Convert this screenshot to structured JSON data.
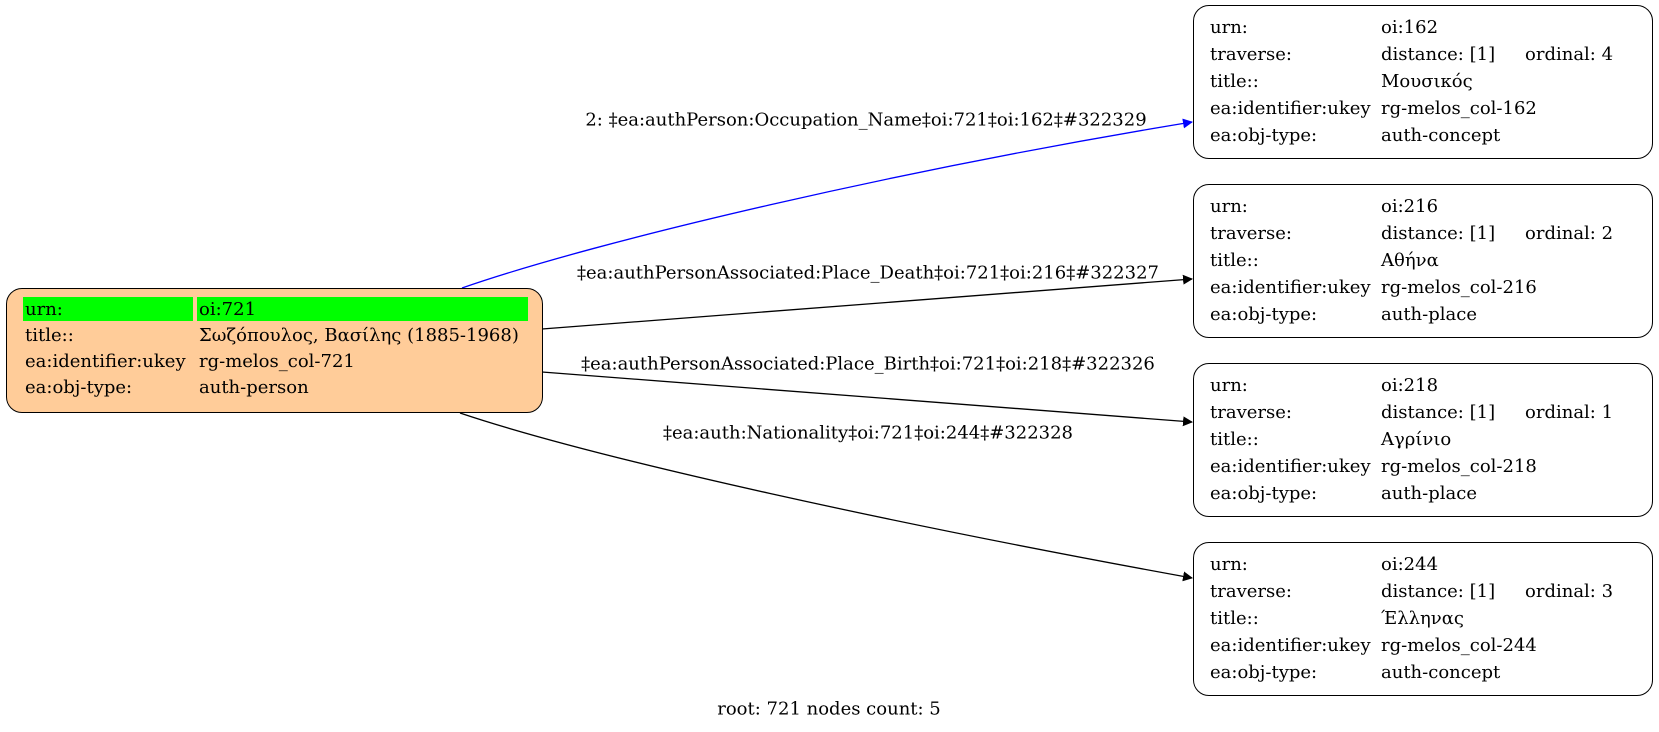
{
  "root": {
    "rows": [
      {
        "key": "urn:",
        "value": "oi:721"
      },
      {
        "key": "title::",
        "value": "Σωζόπουλος, Βασίλης (1885-1968)"
      },
      {
        "key": "ea:identifier:ukey",
        "value": "rg-melos_col-721"
      },
      {
        "key": "ea:obj-type:",
        "value": "auth-person"
      }
    ],
    "highlight_color": "#00ff00",
    "fill_color": "#ffcc99"
  },
  "children": [
    {
      "urn_key": "urn:",
      "urn": "oi:162",
      "traverse_key": "traverse:",
      "distance": "distance: [1]",
      "ordinal": "ordinal: 4",
      "title_key": "title::",
      "title": "Μουσικός",
      "ukey_key": "ea:identifier:ukey",
      "ukey": "rg-melos_col-162",
      "type_key": "ea:obj-type:",
      "type": "auth-concept"
    },
    {
      "urn_key": "urn:",
      "urn": "oi:216",
      "traverse_key": "traverse:",
      "distance": "distance: [1]",
      "ordinal": "ordinal: 2",
      "title_key": "title::",
      "title": "Αθήνα",
      "ukey_key": "ea:identifier:ukey",
      "ukey": "rg-melos_col-216",
      "type_key": "ea:obj-type:",
      "type": "auth-place"
    },
    {
      "urn_key": "urn:",
      "urn": "oi:218",
      "traverse_key": "traverse:",
      "distance": "distance: [1]",
      "ordinal": "ordinal: 1",
      "title_key": "title::",
      "title": "Αγρίνιο",
      "ukey_key": "ea:identifier:ukey",
      "ukey": "rg-melos_col-218",
      "type_key": "ea:obj-type:",
      "type": "auth-place"
    },
    {
      "urn_key": "urn:",
      "urn": "oi:244",
      "traverse_key": "traverse:",
      "distance": "distance: [1]",
      "ordinal": "ordinal: 3",
      "title_key": "title::",
      "title": "Έλληνας",
      "ukey_key": "ea:identifier:ukey",
      "ukey": "rg-melos_col-244",
      "type_key": "ea:obj-type:",
      "type": "auth-concept"
    }
  ],
  "edges": [
    {
      "label": "2: ‡ea:authPerson:Occupation_Name‡oi:721‡oi:162‡#322329",
      "color": "#0000ff",
      "target": "oi:162"
    },
    {
      "label": "‡ea:authPersonAssociated:Place_Death‡oi:721‡oi:216‡#322327",
      "color": "#000000",
      "target": "oi:216"
    },
    {
      "label": "‡ea:authPersonAssociated:Place_Birth‡oi:721‡oi:218‡#322326",
      "color": "#000000",
      "target": "oi:218"
    },
    {
      "label": "‡ea:auth:Nationality‡oi:721‡oi:244‡#322328",
      "color": "#000000",
      "target": "oi:244"
    }
  ],
  "footer": "root: 721 nodes count: 5"
}
